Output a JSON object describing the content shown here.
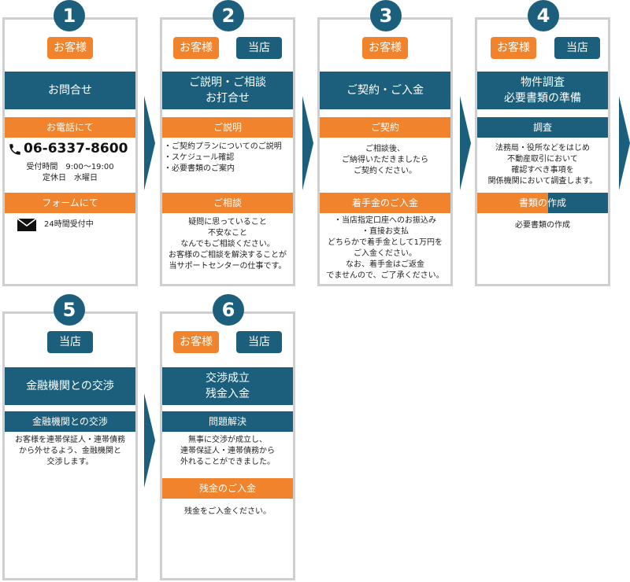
{
  "colors": {
    "primary": "#1b5f7c",
    "accent": "#f0832b",
    "border": "#cfcfcf"
  },
  "badges": {
    "customer": "お客様",
    "shop": "当店"
  },
  "steps": [
    {
      "num": "1",
      "title": "お問合せ",
      "sub1": "お電話にて",
      "phone": "06-6337-8600",
      "hours": "受付時間　9:00～19:00\n定休日　水曜日",
      "sub2": "フォームにて",
      "form_note": "24時間受付中"
    },
    {
      "num": "2",
      "title": "ご説明・ご相談\nお打合せ",
      "sub1": "ご説明",
      "body1": "・ご契約プランについてのご説明\n・スケジュール確認\n・必要書類のご案内",
      "sub2": "ご相談",
      "body2": "疑問に思っていること\n不安なこと\nなんでもご相談ください。\nお客様のご相談を解決することが\n当サポートセンターの仕事です。"
    },
    {
      "num": "3",
      "title": "ご契約・ご入金",
      "sub1": "ご契約",
      "body1": "ご相談後、\nご納得いただきましたら\nご契約ください。",
      "sub2": "着手金のご入金",
      "body2": "・当店指定口座へのお振込み\n・直接お支払\nどちらかで着手金として1万円を\nご入金ください。\nなお、着手金はご返金\nでませんので、ご了承ください。"
    },
    {
      "num": "4",
      "title": "物件調査\n必要書類の準備",
      "sub1": "調査",
      "body1": "法務局・役所などをはじめ\n不動産取引において\n確認すべき事項を\n関係機関において調査します。",
      "sub2": "書類の作成",
      "body2": "必要書類の作成"
    },
    {
      "num": "5",
      "title": "金融機関との交渉",
      "sub1": "金融機関との交渉",
      "body1": "お客様を連帯保証人・連帯債務\nから外せるよう、金融機関と\n交渉します。"
    },
    {
      "num": "6",
      "title": "交渉成立\n残金入金",
      "sub1": "問題解決",
      "body1": "無事に交渉が成立し、\n連帯保証人・連帯債務から\n外れることができました。",
      "sub2": "残金のご入金",
      "body2": "残金をご入金ください。"
    }
  ]
}
